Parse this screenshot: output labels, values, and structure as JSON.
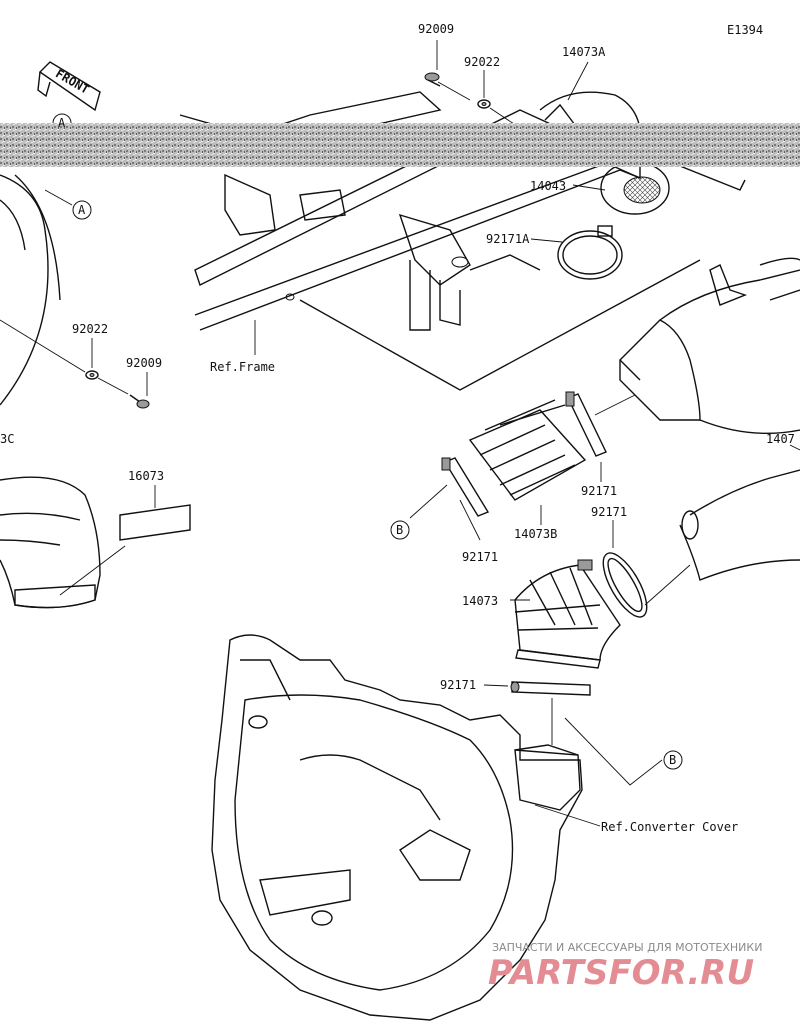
{
  "diagram_code": "E1394",
  "front_badge": "FRONT",
  "part_labels": {
    "p92009_top": "92009",
    "p92022_top": "92022",
    "p14073A": "14073A",
    "p14043": "14043",
    "p92171A": "92171A",
    "p92022_left": "92022",
    "p92009_left": "92009",
    "p3C": "3C",
    "p1407": "1407",
    "p16073": "16073",
    "p92171_right": "92171",
    "p92171_left": "92171",
    "p14073B": "14073B",
    "p92171_mid": "92171",
    "p14073": "14073",
    "p92171_bottom": "92171"
  },
  "ref_labels": {
    "frame": "Ref.Frame",
    "converter_cover": "Ref.Converter Cover"
  },
  "callouts": {
    "a_top": "A",
    "a_mid": "A",
    "b_left": "B",
    "b_right": "B"
  },
  "watermark": {
    "tagline": "ЗАПЧАСТИ И АКСЕССУАРЫ ДЛЯ МОТОТЕХНИКИ",
    "brand": "PARTSFOR.RU"
  }
}
